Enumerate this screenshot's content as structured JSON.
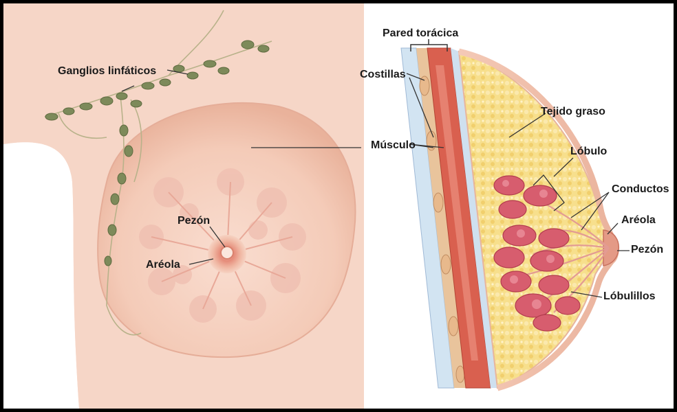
{
  "labels": {
    "ganglios": "Ganglios linfáticos",
    "pezon_front": "Pezón",
    "areola_front": "Aréola",
    "pared": "Pared torácica",
    "costillas": "Costillas",
    "tejido": "Tejido graso",
    "musculo": "Músculo",
    "lobulo": "Lóbulo",
    "conductos": "Conductos",
    "areola_side": "Aréola",
    "pezon_side": "Pezón",
    "lobulillos": "Lóbulillos"
  },
  "colors": {
    "skin": "#f6d3c3",
    "skin_dark": "#eab49f",
    "lymph": "#7d8a5a",
    "fat": "#f7dc86",
    "muscle": "#d9604f",
    "lobule": "#d75d6e",
    "rib": "#e8b98c",
    "background": "#ffffff"
  }
}
